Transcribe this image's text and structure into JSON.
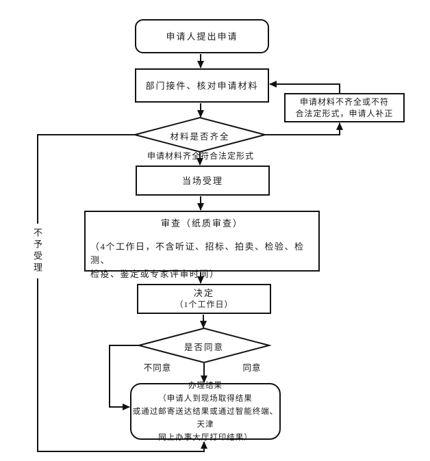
{
  "diagram": {
    "nodes": {
      "start": {
        "label": "申请人提出申请"
      },
      "receive": {
        "label": "部门接件、核对申请材料"
      },
      "materials_check": {
        "label": "材料是否齐全"
      },
      "correction": {
        "line1": "申请材料不齐全或不符",
        "line2": "合法定形式，申请人补正"
      },
      "complete_note": {
        "label": "申请材料齐全符合法定形式"
      },
      "onsite_accept": {
        "label": "当场受理"
      },
      "review": {
        "title": "审查（纸质审查）",
        "note_line1": "（4个工作日，不含听证、招标、拍卖、检验、检测、",
        "note_line2": "检疫、鉴定或专家评审时间）"
      },
      "decision": {
        "line1": "决定",
        "line2": "（1个工作日）"
      },
      "agree_check": {
        "label": "是否同意"
      },
      "result": {
        "line1": "办理结果",
        "line2": "（申请人到现场取得结果",
        "line3": "或通过邮寄送达结果或通过智能终端、天津",
        "line4": "网上办事大厅打印结果）"
      }
    },
    "edge_labels": {
      "not_accepted": "不予受理",
      "disagree": "不同意",
      "agree": "同意"
    },
    "colors": {
      "line": "#111111",
      "background": "#ffffff"
    }
  }
}
